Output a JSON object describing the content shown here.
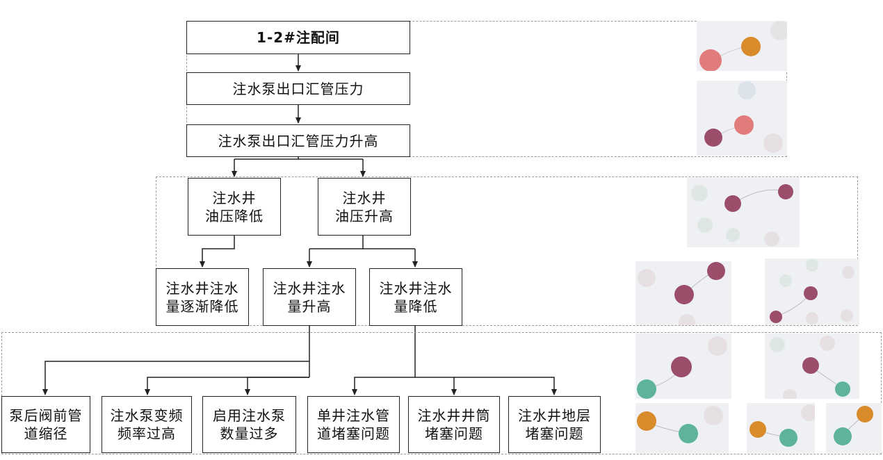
{
  "nodes": {
    "station": "1-2#注配间",
    "pump_pressure": "注水泵出口汇管压力",
    "pump_pressure_rise": "注水泵出口汇管压力升高",
    "well_oil_pressure_drop": "注水井\n油压降低",
    "well_oil_pressure_rise": "注水井\n油压升高",
    "injection_gradual_drop": "注水井注水\n量逐渐降低",
    "injection_rise": "注水井注水\n量升高",
    "injection_drop": "注水井注水\n量降低",
    "cause_valve_diameter": "泵后阀前管\n道缩径",
    "cause_vfd_high": "注水泵变频\n频率过高",
    "cause_too_many_pumps": "启用注水泵\n数量过多",
    "cause_single_well_block": "单井注水管\n道堵塞问题",
    "cause_wellbore_block": "注水井井筒\n堵塞问题",
    "cause_formation_block": "注水井地层\n堵塞问题"
  },
  "colors": {
    "border": "#222222",
    "region_border": "#9a9a9a",
    "thumb_bg": "#eef0f3",
    "node_orange": "#d98a2b",
    "node_pink": "#e27b7b",
    "node_maroon": "#9b4d6a",
    "node_teal": "#5db39c"
  }
}
